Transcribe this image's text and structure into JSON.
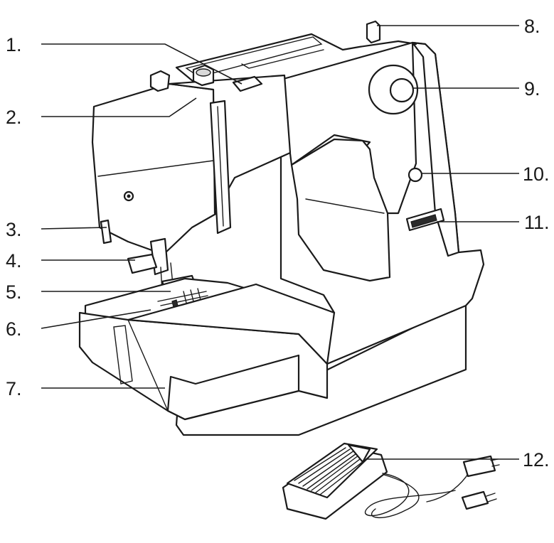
{
  "callouts": [
    {
      "n": "1.",
      "part": "left"
    },
    {
      "n": "2.",
      "part": "left"
    },
    {
      "n": "3.",
      "part": "left"
    },
    {
      "n": "4.",
      "part": "left"
    },
    {
      "n": "5.",
      "part": "left"
    },
    {
      "n": "6.",
      "part": "left"
    },
    {
      "n": "7.",
      "part": "left"
    },
    {
      "n": "8.",
      "part": "right"
    },
    {
      "n": "9.",
      "part": "right"
    },
    {
      "n": "10.",
      "part": "right"
    },
    {
      "n": "11.",
      "part": "right"
    },
    {
      "n": "12.",
      "part": "right"
    }
  ],
  "icons": {
    "machine": "sewing-machine-icon",
    "pedal": "foot-pedal-icon"
  },
  "colors": {
    "ink": "#1a1a1a",
    "background": "#ffffff"
  }
}
